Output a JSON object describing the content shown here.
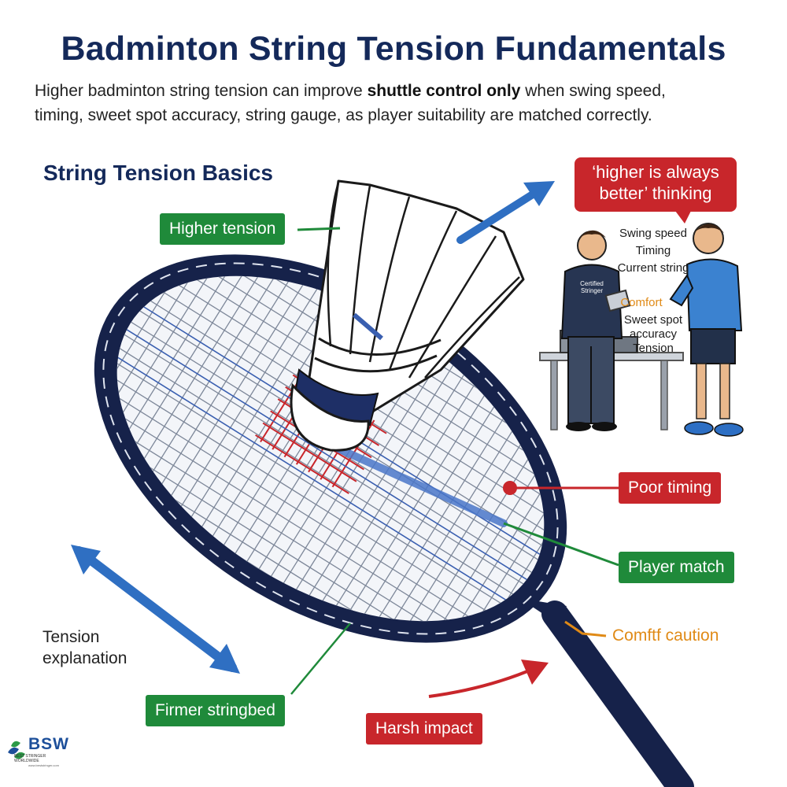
{
  "header": {
    "title": "Badminton String Tension Fundamentals",
    "intro_line1_pre": "Higher badminton string tension can improve ",
    "intro_line1_bold": "shuttle control only",
    "intro_line1_post": " when swing speed,",
    "intro_line2": "timing, sweet spot accuracy, string gauge, as player suitability are matched correctly."
  },
  "section_title": "String Tension Basics",
  "bubble": {
    "line1": "‘higher is always",
    "line2": "better’ thinking"
  },
  "labels": {
    "higher_tension": "Higher tension",
    "poor_timing": "Poor timing",
    "player_match": "Player match",
    "comfort_caution": "Comftf caution",
    "tension_explanation_line1": "Tension",
    "tension_explanation_line2": "explanation",
    "firmer_stringbed": "Firmer stringbed",
    "harsh_impact": "Harsh impact"
  },
  "scene": {
    "stringer_badge_line1": "Certified",
    "stringer_badge_line2": "Stringer",
    "factors": [
      "Swing speed",
      "Timing",
      "Current string",
      "Comfort",
      "Sweet spot",
      "accuracy",
      "Tension"
    ]
  },
  "logo": {
    "mark": "BSW",
    "subtitle": "BEST STRINGER WORLDWIDE",
    "website": "www.beststringer.com"
  },
  "colors": {
    "navy": "#14295a",
    "green_tag": "#1f8a3a",
    "red_tag": "#c8262b",
    "amber": "#e08a16",
    "arrow_blue": "#2f6fc2",
    "frame": "#16224a"
  }
}
